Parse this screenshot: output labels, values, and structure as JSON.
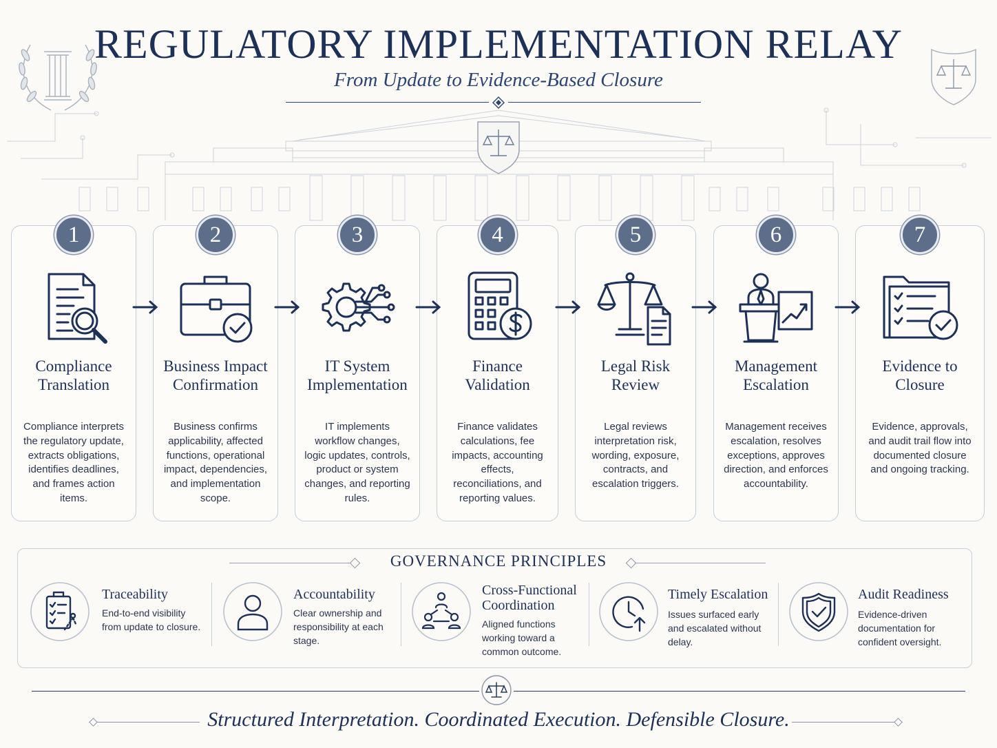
{
  "header": {
    "title": "REGULATORY IMPLEMENTATION RELAY",
    "subtitle": "From Update to Evidence-Based Closure"
  },
  "steps": [
    {
      "number": "1",
      "title": "Compliance Translation",
      "description": "Compliance interprets the regulatory update, extracts obligations, identifies deadlines, and frames action items.",
      "icon": "document-magnifier-icon"
    },
    {
      "number": "2",
      "title": "Business Impact Confirmation",
      "description": "Business confirms applicability, affected functions, operational impact, dependencies, and implementation scope.",
      "icon": "briefcase-check-icon"
    },
    {
      "number": "3",
      "title": "IT System Implementation",
      "description": "IT implements workflow changes, logic updates, controls, product or system changes, and reporting rules.",
      "icon": "gear-circuit-icon"
    },
    {
      "number": "4",
      "title": "Finance Validation",
      "description": "Finance validates calculations, fee impacts, accounting effects, reconciliations, and reporting values.",
      "icon": "calculator-dollar-icon"
    },
    {
      "number": "5",
      "title": "Legal Risk Review",
      "description": "Legal reviews interpretation risk, wording, exposure, contracts, and escalation triggers.",
      "icon": "scales-document-icon"
    },
    {
      "number": "6",
      "title": "Management Escalation",
      "description": "Management receives escalation, resolves exceptions, approves direction, and enforces accountability.",
      "icon": "podium-chart-icon"
    },
    {
      "number": "7",
      "title": "Evidence to Closure",
      "description": "Evidence, approvals, and audit trail flow into documented closure and ongoing tracking.",
      "icon": "folder-checklist-icon"
    }
  ],
  "principles": {
    "title": "GOVERNANCE PRINCIPLES",
    "items": [
      {
        "name": "Traceability",
        "description": "End-to-end visibility from update to closure.",
        "icon": "clipboard-checklist-icon"
      },
      {
        "name": "Accountability",
        "description": "Clear ownership and responsibility at each stage.",
        "icon": "person-icon"
      },
      {
        "name": "Cross-Functional Coordination",
        "description": "Aligned functions working toward a common outcome.",
        "icon": "network-people-icon"
      },
      {
        "name": "Timely Escalation",
        "description": "Issues surfaced early and escalated without delay.",
        "icon": "clock-arrow-icon"
      },
      {
        "name": "Audit Readiness",
        "description": "Evidence-driven documentation for confident oversight.",
        "icon": "shield-check-icon"
      }
    ]
  },
  "footer": {
    "tagline": "Structured Interpretation. Coordinated Execution. Defensible Closure."
  },
  "colors": {
    "navy": "#1d3057",
    "badge": "#5c6e89",
    "border": "#c6cdda",
    "background": "#fbfaf6"
  }
}
